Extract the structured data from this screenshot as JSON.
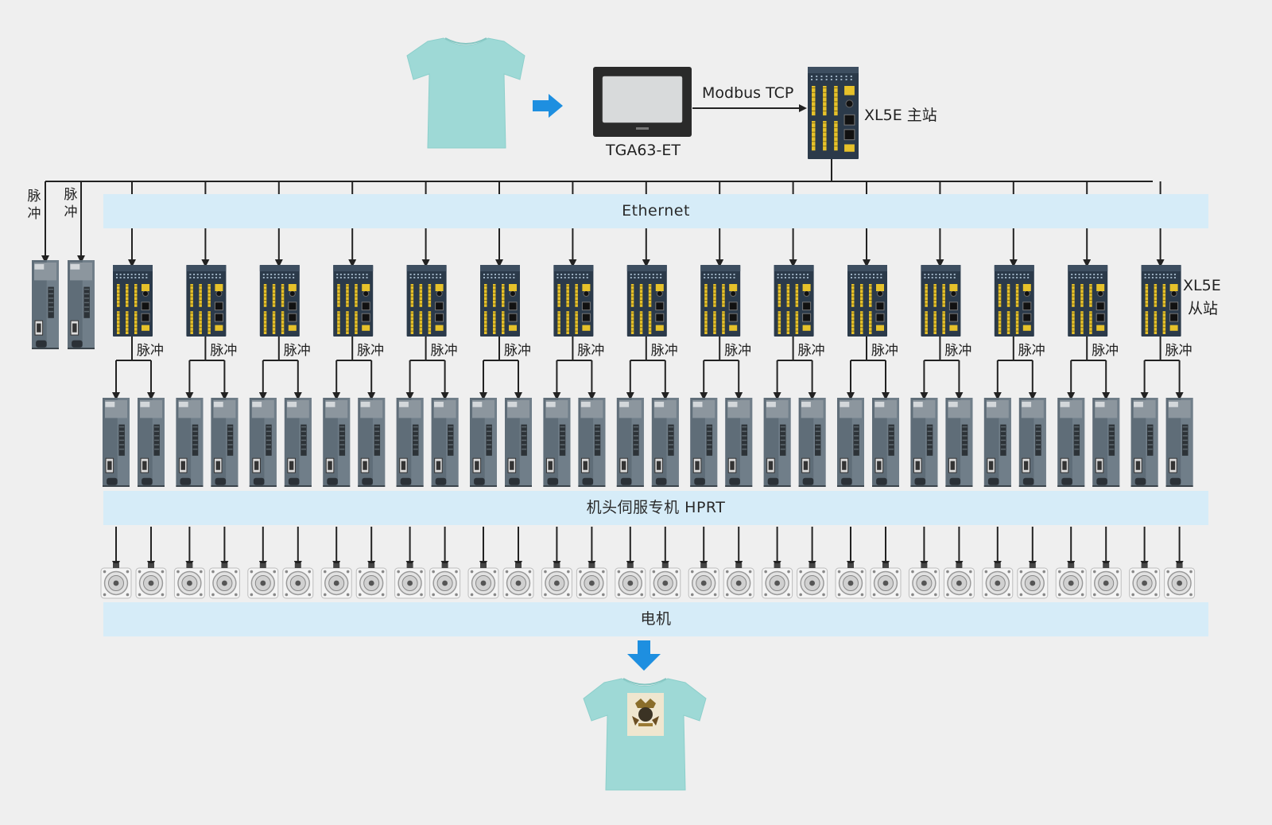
{
  "title_labels": {
    "hmi": "TGA63-ET",
    "protocol": "Modbus TCP",
    "master": "XL5E 主站",
    "slave_line1": "XL5E",
    "slave_line2": "从站"
  },
  "bands": {
    "ethernet": "Ethernet",
    "servo": "机头伺服专机 HPRT",
    "motor": "电机"
  },
  "pulse_label": "脉冲",
  "side_pulse_labels": [
    "脉冲",
    "脉冲"
  ],
  "slave_count": 15,
  "servo_count": 30,
  "motor_count": 30,
  "colors": {
    "band": "#d6ecf8",
    "arrow_blue": "#1e8fe0",
    "shirt": "#9ed9d6",
    "line": "#222222",
    "plc_body": "#2b3a4a",
    "terminal": "#e6c12a",
    "servo_body": "#5f6d78"
  }
}
